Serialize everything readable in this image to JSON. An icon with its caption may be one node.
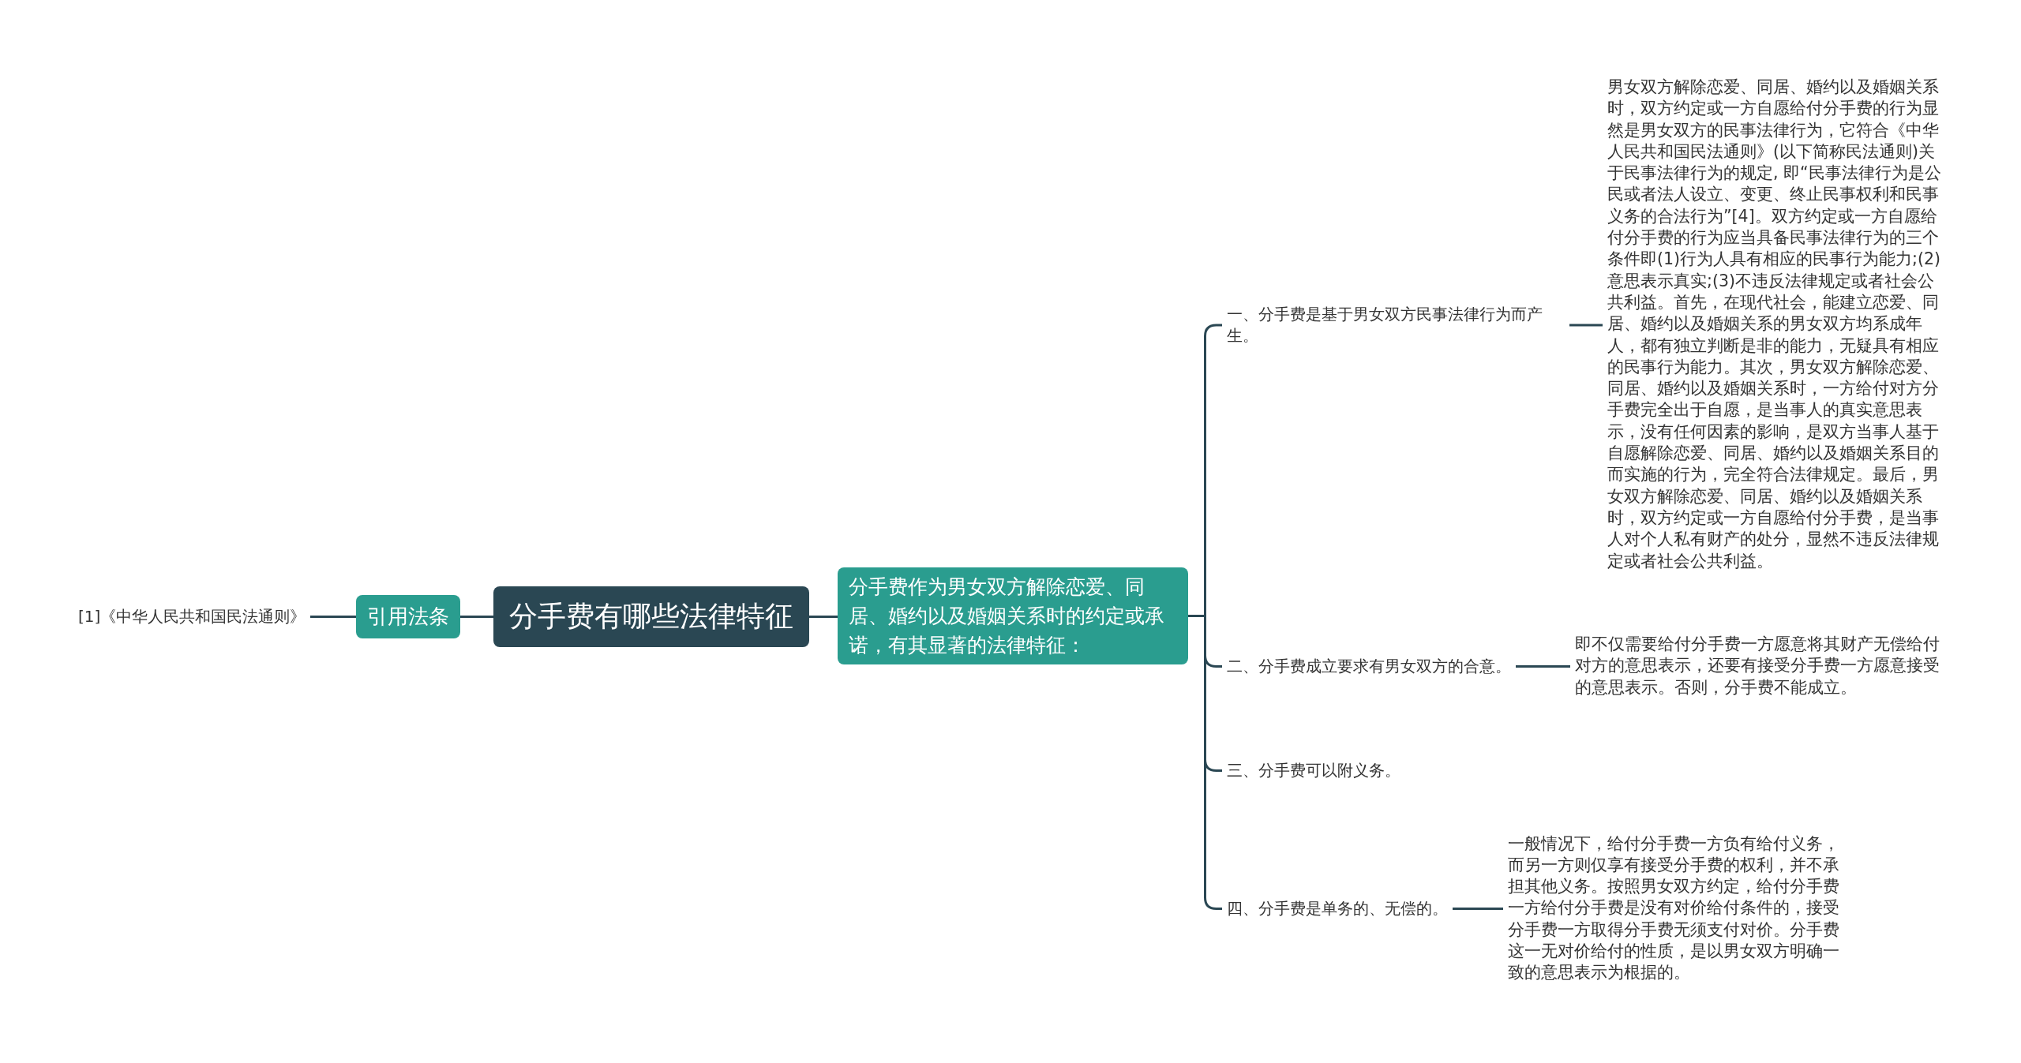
{
  "diagram": {
    "nodes": [
      {
        "text": [
          "分手费有哪些法律特征"
        ]
      },
      {
        "text": [
          "引用法条"
        ]
      },
      {
        "text": [
          "[1]《中华人民共和国民法通则》"
        ]
      },
      {
        "text": [
          "分手费作为男女双方解除恋爱、同居、婚约以及婚姻关系时的约定或承诺，有其显著的法律特征："
        ]
      },
      {
        "text": [
          "一、分手费是基于男女双方民事法律行为而产生。"
        ]
      },
      {
        "text": [
          "男女双方解除恋爱、同居、婚约以及婚姻关系时，双方约定或一方自愿给付分手费的行为显然是男女双方的民事法律行为，它符合《中华人民共和国民法通则》(以下简称民法通则)关于民事法律行为的规定, 即“民事法律行为是公民或者法人设立、变更、终止民事权利和民事义务的合法行为”[4]。双方约定或一方自愿给付分手费的行为应当具备民事法律行为的三个条件即(1)行为人具有相应的民事行为能力;(2)意思表示真实;(3)不违反法律规定或者社会公共利益。首先，在现代社会，能建立恋爱、同居、婚约以及婚姻关系的男女双方均系成年人，都有独立判断是非的能力，无疑具有相应的民事行为能力。其次，男女双方解除恋爱、同居、婚约以及婚姻关系时，一方给付对方分手费完全出于自愿，是当事人的真实意思表示，没有任何因素的影响，是双方当事人基于自愿解除恋爱、同居、婚约以及婚姻关系目的而实施的行为，完全符合法律规定。最后，男女双方解除恋爱、同居、婚约以及婚姻关系时，双方约定或一方自愿给付分手费，是当事人对个人私有财产的处分，显然不违反法律规定或者社会公共利益。"
        ]
      },
      {
        "text": [
          "二、分手费成立要求有男女双方的合意。"
        ]
      },
      {
        "text": [
          "即不仅需要给付分手费一方愿意将其财产无偿给付对方的意思表示，还要有接受分手费一方愿意接受的意思表示。否则，分手费不能成立。"
        ]
      },
      {
        "text": [
          "三、分手费可以附义务。"
        ]
      },
      {
        "text": [
          "四、分手费是单务的、无偿的。"
        ]
      },
      {
        "text": [
          "一般情况下，给付分手费一方负有给付义务，而另一方则仅享有接受分手费的权利，并不承担其他义务。按照男女双方约定，给付分手费一方给付分手费是没有对价给付条件的，接受分手费一方取得分手费无须支付对价。分手费这一无对价给付的性质，是以男女双方明确一致的意思表示为根据的。"
        ]
      }
    ],
    "edges": [
      {
        "from": 0,
        "to": 1,
        "arrow": "none"
      },
      {
        "from": 1,
        "to": 2,
        "arrow": "none"
      },
      {
        "from": 0,
        "to": 3,
        "arrow": "none"
      },
      {
        "from": 3,
        "to": 4,
        "arrow": "none"
      },
      {
        "from": 4,
        "to": 5,
        "arrow": "none"
      },
      {
        "from": 3,
        "to": 6,
        "arrow": "none"
      },
      {
        "from": 6,
        "to": 7,
        "arrow": "none"
      },
      {
        "from": 3,
        "to": 8,
        "arrow": "none"
      },
      {
        "from": 3,
        "to": 9,
        "arrow": "none"
      },
      {
        "from": 9,
        "to": 10,
        "arrow": "none"
      }
    ]
  }
}
